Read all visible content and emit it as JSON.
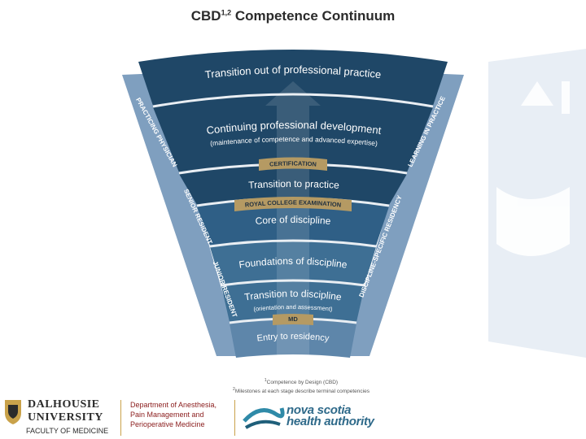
{
  "title": {
    "main": "CBD",
    "sup": "1,2",
    "rest": "Competence Continuum"
  },
  "bands": [
    {
      "line1": "Transition out of professional practice",
      "line2": ""
    },
    {
      "line1": "Continuing professional development",
      "line2": "(maintenance of competence and advanced expertise)"
    },
    {
      "line1": "Transition to practice",
      "line2": ""
    },
    {
      "line1": "Core of discipline",
      "line2": ""
    },
    {
      "line1": "Foundations of discipline",
      "line2": ""
    },
    {
      "line1": "Transition to discipline",
      "line2": "(orientation and assessment)"
    },
    {
      "line1": "Entry to residency",
      "line2": ""
    }
  ],
  "gold_labels": {
    "certification": "CERTIFICATION",
    "royal_college": "ROYAL COLLEGE EXAMINATION",
    "md": "MD"
  },
  "side_labels": {
    "practicing_physician": "PRACTICING PHYSICIAN",
    "senior_resident": "SENIOR RESIDENT",
    "junior_resident": "JUNIOR RESIDENT",
    "learning_in_practice": "LEARNING IN PRACTICE",
    "discipline_specific_residency": "DISCIPLINE-SPECIFIC RESIDENCY"
  },
  "footnotes": {
    "note1_mark": "1",
    "note1": "Competence by Design (CBD)",
    "note2_mark": "2",
    "note2": "Milestones at each stage describe terminal competencies"
  },
  "footer": {
    "dal_line1": "DALHOUSIE",
    "dal_line2": "UNIVERSITY",
    "dal_line3": "FACULTY OF MEDICINE",
    "dept_line1": "Department of Anesthesia,",
    "dept_line2": "Pain Management and",
    "dept_line3": "Perioperative Medicine",
    "nsha_line1": "nova scotia",
    "nsha_line2": "health authority"
  },
  "colors": {
    "band_dark": "#1f4767",
    "band_mid": "#2f5f86",
    "band_light": "#3e6f94",
    "band_pale": "#5e86aa",
    "side_stripe": "#7f9fbf",
    "gold": "#b59a63",
    "divider": "#e9eef3",
    "watermark": "#e8eef5"
  }
}
